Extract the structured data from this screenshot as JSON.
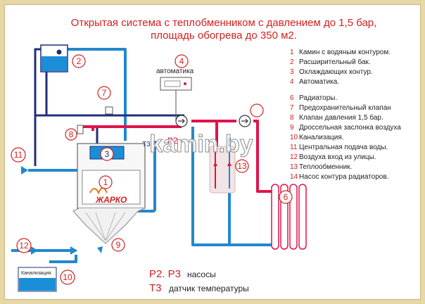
{
  "title": {
    "line1": "Открытая система с теплобменником с давлением до 1,5 бар,",
    "line2": "площадь обогрева до 350 м2."
  },
  "legend": [
    {
      "num": "1",
      "text": "Камин с водяным контуром."
    },
    {
      "num": "2",
      "text": "Расширительный бак."
    },
    {
      "num": "3",
      "text": "Охлаждающих контур."
    },
    {
      "num": "4",
      "text": "Автоматика."
    },
    {
      "num": "6",
      "text": "Радиаторы."
    },
    {
      "num": "7",
      "text": "Предохранительный клапан"
    },
    {
      "num": "8",
      "text": "Клапан давления 1,5 бар."
    },
    {
      "num": "9",
      "text": "Дроссельная заслонка воздуха"
    },
    {
      "num": "10",
      "text": "Канализация."
    },
    {
      "num": "11",
      "text": "Центральная подача воды."
    },
    {
      "num": "12",
      "text": "Воздуха вход из улицы."
    },
    {
      "num": "13",
      "text": "Теплообменник."
    },
    {
      "num": "14",
      "text": "Насос контура радиаторов."
    }
  ],
  "labels": {
    "automatics": "автоматика",
    "pump_p2": "P2",
    "pump_p3": "P3",
    "sensor_t3": "T3",
    "drain": "Канализация",
    "brand": "ЖАРКО",
    "watermark": "kamin.by"
  },
  "notes": {
    "pumps_key": "P2. P3",
    "pumps_text": "насосы",
    "sensor_key": "T3",
    "sensor_text": "датчик температуры"
  },
  "callouts": {
    "c1": "1",
    "c2": "2",
    "c3": "3",
    "c4": "4",
    "c6": "6",
    "c7": "7",
    "c8": "8",
    "c9": "9",
    "c10": "10",
    "c11": "11",
    "c12": "12",
    "c13": "13"
  },
  "colors": {
    "red": "#e0134a",
    "blue": "#2288cc",
    "navy": "#1f2f7a",
    "title": "#d42020",
    "water": "#1a8fd8"
  }
}
